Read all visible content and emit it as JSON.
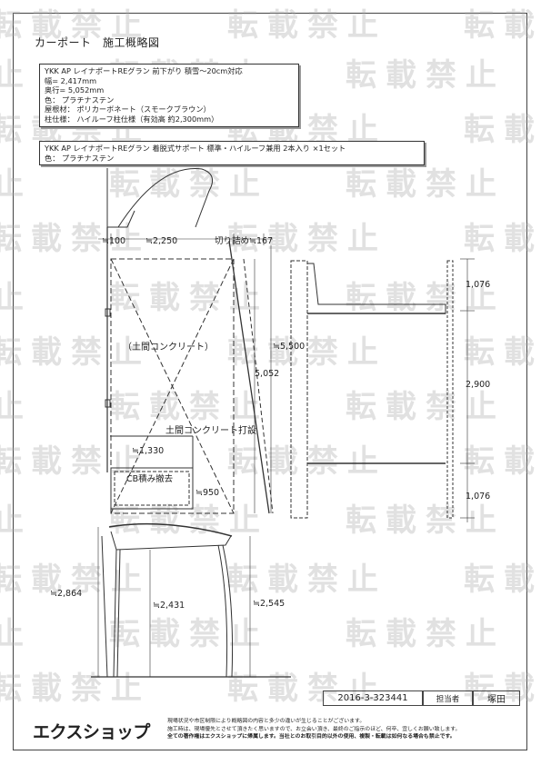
{
  "title": "カーポート　施工概略図",
  "spec1": {
    "lines": [
      "YKK AP レイナポートREグラン 前下がり 積雪～20cm対応",
      "幅= 2,417mm",
      "奥行= 5,052mm",
      "色：  プラチナステン",
      "屋根材：  ポリカーボネート（スモークブラウン）",
      "柱仕様：  ハイルーフ柱仕様（有効高 約2,300mm）"
    ]
  },
  "spec2": {
    "lines": [
      "YKK AP レイナポートREグラン 着脱式サポート 標準・ハイルーフ兼用 2本入り ×1セット",
      "色：  プラチナステン"
    ]
  },
  "watermark": "転載禁止",
  "labels": {
    "dim_100": "≒100",
    "dim_2250": "≒2,250",
    "cut_note": "切り詰め≒167",
    "concrete_area": "（土間コンクリート）",
    "dim_5500": "≒5,500",
    "dim_5052": "5,052",
    "concrete_pour": "土間コンクリート打設",
    "dim_1330": "≒1,330",
    "cb_removal": "CB積み撤去",
    "dim_950": "≒950",
    "dim_2864": "≒2,864",
    "dim_2431": "≒2,431",
    "dim_2545": "≒2,545",
    "dim_1076_top": "1,076",
    "dim_2900": "2,900",
    "dim_1076_bottom": "1,076"
  },
  "footer": {
    "doc_no": "2016-3-323441",
    "staff_label": "担当者",
    "staff_name": "塚田",
    "brand": "エクスショップ",
    "notes": [
      "現場状況や市区制限により概略図の内容と多少の違いが生じることがございます。",
      "施工時は、現場優先とさせて頂きたく思いますので、お立会い頂き、最終のご指示のほど、何卒、宜しくお願い致します。",
      "全ての著作権はエクスショップに帰属します。当社とのお取引目的以外の使用、複製・転載は如何なる場合も禁止です。"
    ]
  }
}
